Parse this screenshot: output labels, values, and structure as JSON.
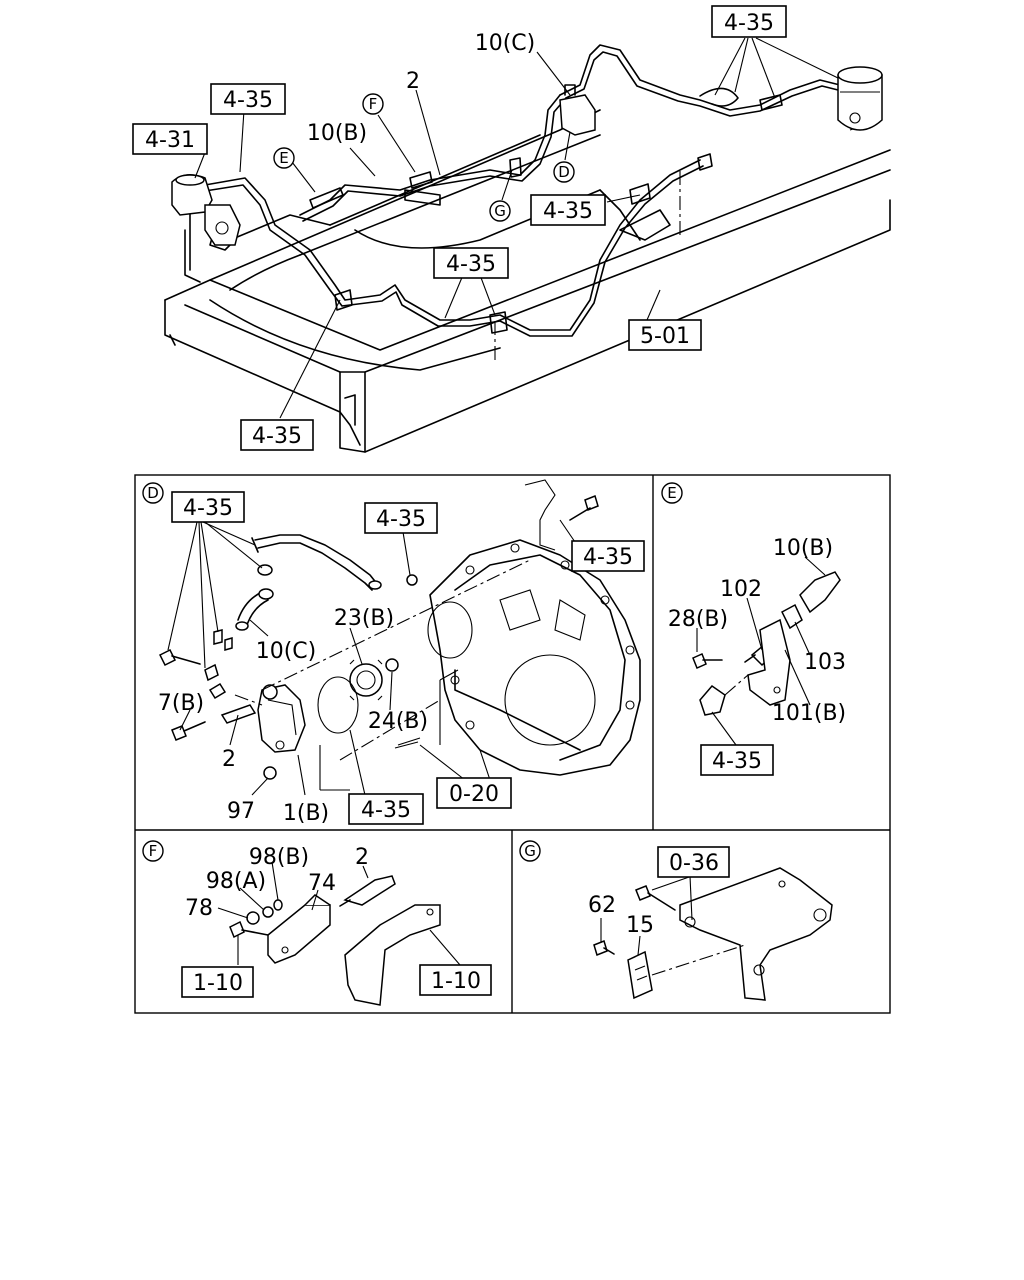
{
  "top": {
    "ref_4_35_topright": "4-35",
    "ref_10c": "10(C)",
    "ref_2": "2",
    "ref_f": "F",
    "ref_4_35_left": "4-35",
    "ref_4_31": "4-31",
    "ref_10b": "10(B)",
    "ref_e": "E",
    "ref_d": "D",
    "ref_g": "G",
    "ref_4_35_mid": "4-35",
    "ref_4_35_center": "4-35",
    "ref_5_01": "5-01",
    "ref_4_35_bottom": "4-35"
  },
  "panel_d": {
    "letter": "D",
    "ref_4_35_a": "4-35",
    "ref_4_35_b": "4-35",
    "ref_4_35_c": "4-35",
    "ref_4_35_d": "4-35",
    "p_10c": "10(C)",
    "p_23b": "23(B)",
    "p_24b": "24(B)",
    "p_7b": "7(B)",
    "p_2": "2",
    "p_97": "97",
    "p_1b": "1(B)",
    "ref_0_20": "0-20"
  },
  "panel_e": {
    "letter": "E",
    "p_10b": "10(B)",
    "p_102": "102",
    "p_28b": "28(B)",
    "p_103": "103",
    "p_101b": "101(B)",
    "ref_4_35": "4-35"
  },
  "panel_f": {
    "letter": "F",
    "p_98b": "98(B)",
    "p_2": "2",
    "p_98a": "98(A)",
    "p_74": "74",
    "p_78": "78",
    "ref_1_10_a": "1-10",
    "ref_1_10_b": "1-10"
  },
  "panel_g": {
    "letter": "G",
    "ref_0_36": "0-36",
    "p_62": "62",
    "p_15": "15"
  }
}
